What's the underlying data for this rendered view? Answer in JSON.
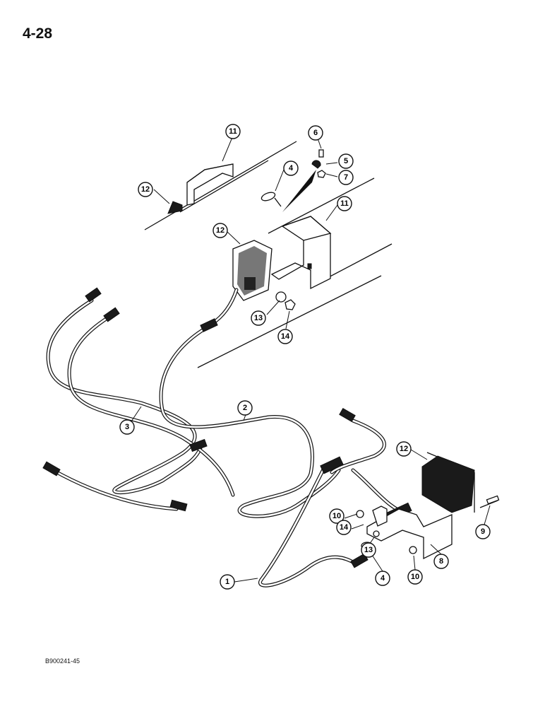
{
  "page": {
    "number": "4-28",
    "figure_code": "B900241-45"
  },
  "callouts": [
    "1",
    "2",
    "3",
    "4",
    "5",
    "6",
    "7",
    "8",
    "9",
    "10",
    "11",
    "12",
    "13",
    "14"
  ]
}
